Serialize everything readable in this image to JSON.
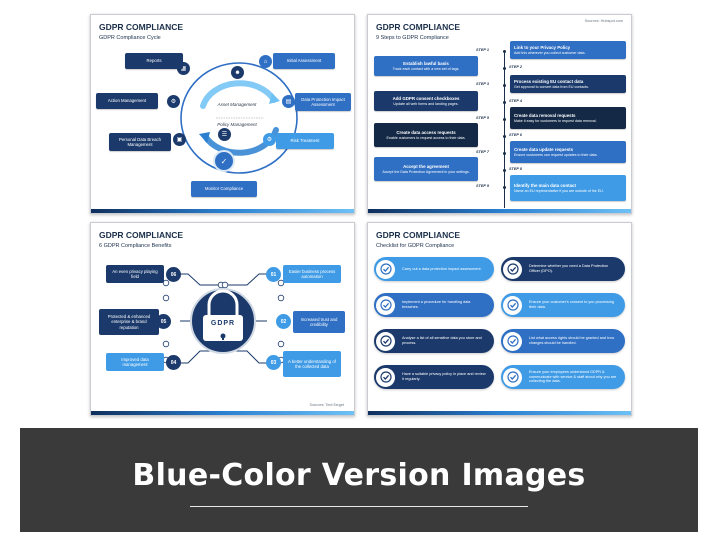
{
  "colors": {
    "navy": "#1b3a6b",
    "blue": "#2f6fc4",
    "light_blue": "#3f9be6",
    "dark": "#142946",
    "banner_bg": "#3a3a3a"
  },
  "slide1": {
    "title": "GDPR COMPLIANCE",
    "subtitle": "GDPR Compliance Cycle",
    "boxes": {
      "reports": "Reports",
      "initial_assessment": "Initial Assessment",
      "action_management": "Action Management",
      "dpia": "Data Protection Impact Assessment",
      "breach": "Personal Data Breach Management",
      "risk": "Risk Treatment",
      "monitor": "Monitor Compliance"
    },
    "center": {
      "asset": "Asset Management",
      "policy": "Policy Management"
    }
  },
  "slide2": {
    "title": "GDPR COMPLIANCE",
    "subtitle": "9 Steps to GDPR Compliance",
    "source": "Sources: Hubspot.com",
    "steps": [
      {
        "label": "STEP 1",
        "title": "Link to your Privacy Policy",
        "desc": "Add this wherever you collect customer data."
      },
      {
        "label": "STEP 2",
        "title": "Establish lawful basis",
        "desc": "Track each contact with a new set of tags."
      },
      {
        "label": "STEP 3",
        "title": "Process existing EU contact data",
        "desc": "Get approval to convert data from EU contacts."
      },
      {
        "label": "STEP 4",
        "title": "Add GDPR consent checkboxes",
        "desc": "Update all web forms and landing pages."
      },
      {
        "label": "STEP 5",
        "title": "Create data removal requests",
        "desc": "Make it easy for customers to request data removal."
      },
      {
        "label": "STEP 6",
        "title": "Create data access requests",
        "desc": "Enable customers to request access to their data."
      },
      {
        "label": "STEP 7",
        "title": "Create data update requests",
        "desc": "Ensure customers can request updates to their data."
      },
      {
        "label": "STEP 8",
        "title": "Accept the agreement",
        "desc": "Accept the Data Protection Agreement in your settings."
      },
      {
        "label": "STEP 9",
        "title": "Identify the main data contact",
        "desc": "Name an EU representative if you are outside of the EU."
      }
    ]
  },
  "slide3": {
    "title": "GDPR COMPLIANCE",
    "subtitle": "6 GDPR Compliance Benefits",
    "center": "GDPR",
    "source": "Sources: TechTarget",
    "benefits": [
      {
        "num": "01",
        "text": "Easier business process automation"
      },
      {
        "num": "02",
        "text": "Increased trust and credibility"
      },
      {
        "num": "03",
        "text": "A better understanding of the collected data"
      },
      {
        "num": "04",
        "text": "Improved data management"
      },
      {
        "num": "05",
        "text": "Protected & enhanced enterprise & brand reputation"
      },
      {
        "num": "06",
        "text": "An even privacy playing field"
      }
    ]
  },
  "slide4": {
    "title": "GDPR COMPLIANCE",
    "subtitle": "Checklist for GDPR Compliance",
    "items": [
      "Carry out a data protection impact assessment.",
      "Determine whether you need a Data Protection Officer (DPO).",
      "Implement a procedure for handling data breaches.",
      "Ensure your customer's consent to you processing their data.",
      "Analyse a list of all sensitive data you store and process.",
      "List what access rights should be granted and how changes should be handled.",
      "Have a suitable privacy policy in place and review it regularly.",
      "Ensure your employees understand GDPR & communicate with service & staff about why you are collecting the data."
    ]
  },
  "banner": {
    "title": "Blue-Color Version Images"
  }
}
